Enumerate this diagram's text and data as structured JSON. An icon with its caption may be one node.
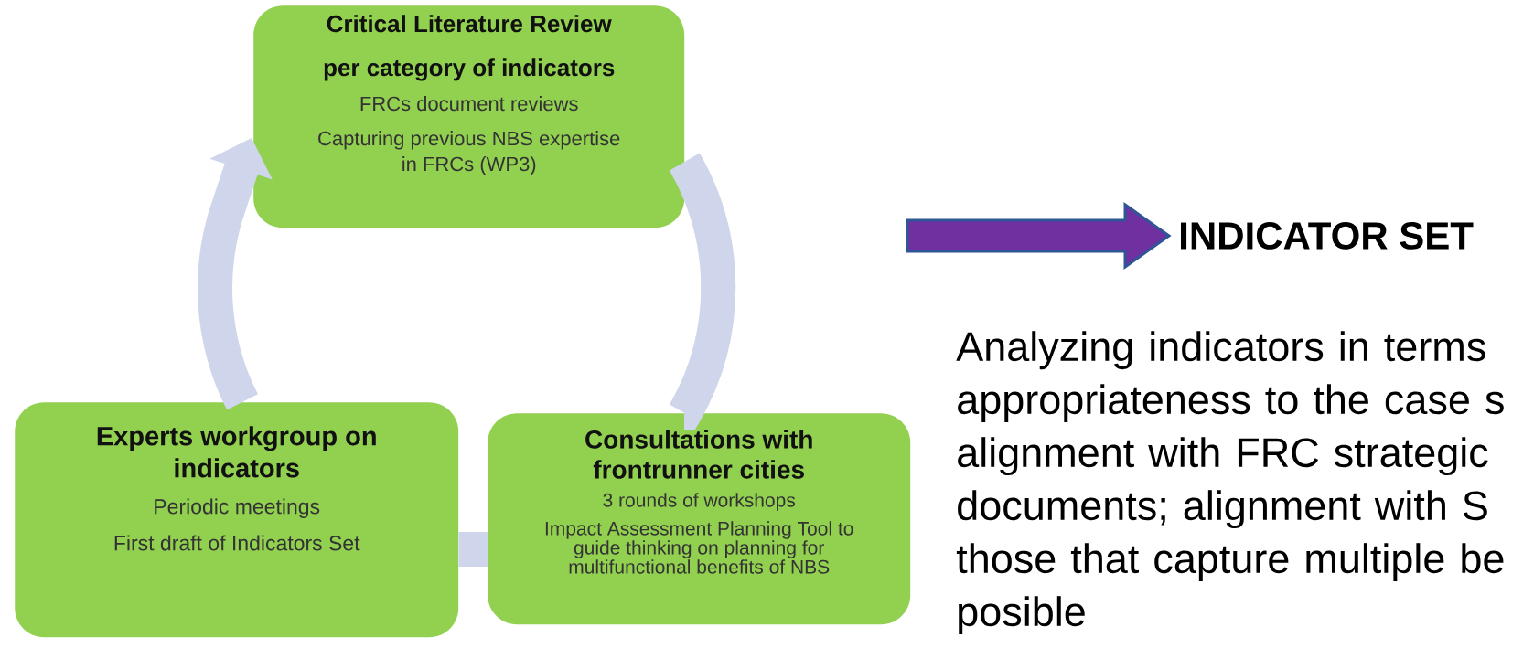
{
  "diagram": {
    "nodes": [
      {
        "text": [
          "Critical Literature Review per category of indicators",
          "FRCs document reviews",
          "Capturing previous NBS expertise in FRCs (WP3)"
        ]
      },
      {
        "text": [
          "Consultations with frontrunner cities",
          "3 rounds of workshops",
          "Impact Assessment Planning Tool to guide thinking on planning for multifunctional benefits of NBS"
        ]
      },
      {
        "text": [
          "Experts workgroup on indicators",
          "Periodic meetings",
          "First draft of Indicators Set"
        ]
      },
      {
        "text": [
          "INDICATOR SET"
        ]
      }
    ],
    "edges": [
      {
        "from": 0,
        "to": 1,
        "arrow": "none"
      },
      {
        "from": 1,
        "to": 2,
        "arrow": "none"
      },
      {
        "from": 2,
        "to": 0,
        "arrow": "to"
      },
      {
        "from": null,
        "to": 3,
        "arrow": "to",
        "style": "thick",
        "color": "#7030a0"
      }
    ],
    "labels": [
      "Analyzing indicators in terms appropriateness to the case s alignment with FRC strategic documents; alignment with S those that capture multiple be posible"
    ]
  }
}
